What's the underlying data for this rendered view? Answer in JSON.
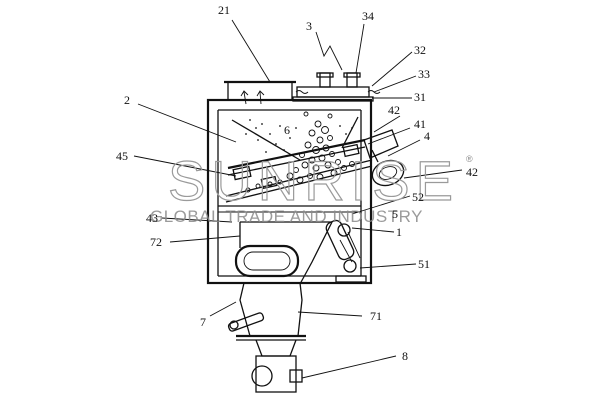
{
  "labels": {
    "l21": "21",
    "l3": "3",
    "l34": "34",
    "l32": "32",
    "l33": "33",
    "l31": "31",
    "l2": "2",
    "l6": "6",
    "l42a": "42",
    "l41": "41",
    "l4": "4",
    "l45": "45",
    "l42b": "42",
    "l52": "52",
    "l43": "43",
    "l5": "5",
    "l72": "72",
    "l1": "1",
    "l51": "51",
    "l7": "7",
    "l71": "71",
    "l8": "8"
  },
  "watermark": {
    "brand": "SUNRISE",
    "registered": "®",
    "tagline": "GLOBAL TRADE AND INDUSTRY"
  }
}
